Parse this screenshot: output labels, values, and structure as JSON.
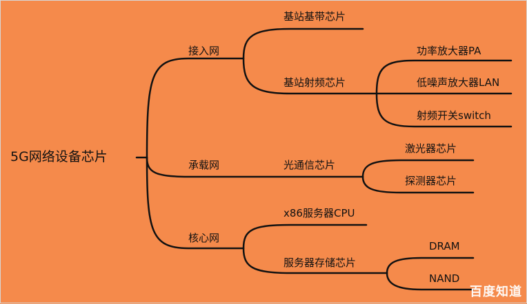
{
  "root": "5G网络设备芯片",
  "branches": {
    "access": {
      "label": "接入网",
      "children": {
        "baseband": "基站基带芯片",
        "rf": {
          "label": "基站射频芯片",
          "children": [
            "功率放大器PA",
            "低噪声放大器LAN",
            "射频开关switch"
          ]
        }
      }
    },
    "bearer": {
      "label": "承载网",
      "children": {
        "optical": {
          "label": "光通信芯片",
          "children": [
            "激光器芯片",
            "探测器芯片"
          ]
        }
      }
    },
    "core": {
      "label": "核心网",
      "children": {
        "cpu": "x86服务器CPU",
        "storage": {
          "label": "服务器存储芯片",
          "children": [
            "DRAM",
            "NAND"
          ]
        }
      }
    }
  },
  "watermark": "百度知道",
  "colors": {
    "background": "#f58a4b",
    "line": "#111111",
    "text": "#111111"
  }
}
